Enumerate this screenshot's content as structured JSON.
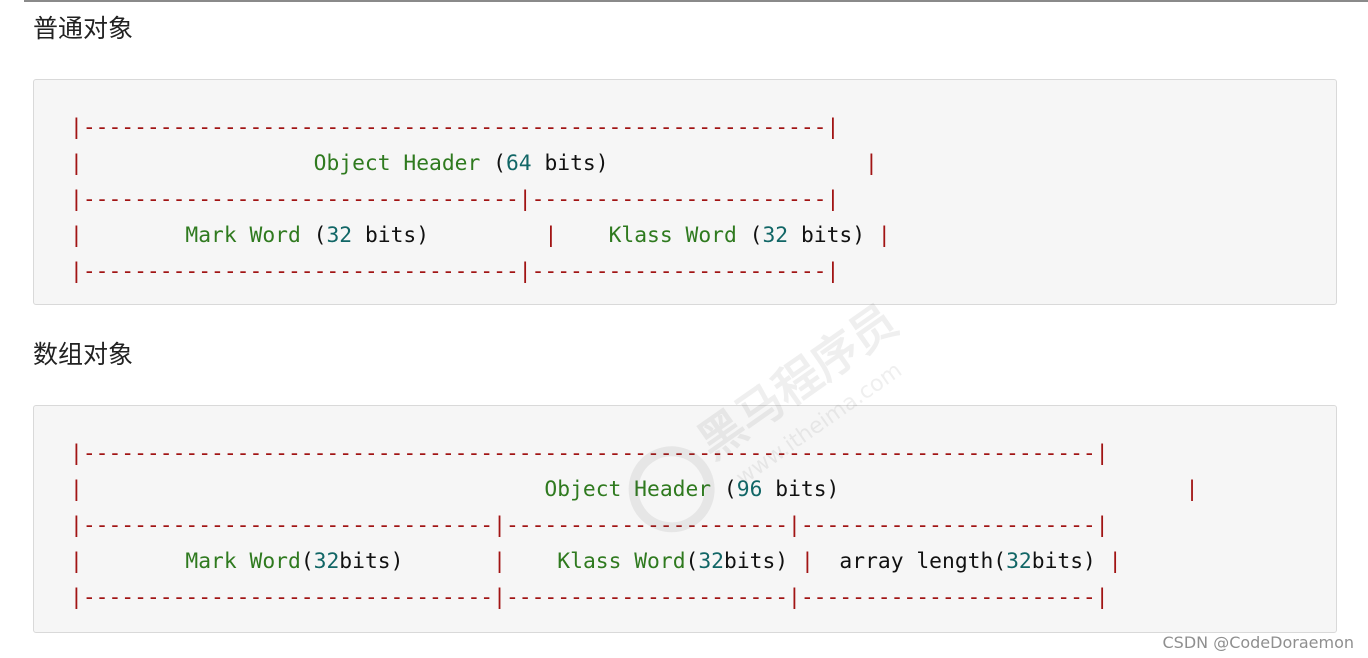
{
  "sections": [
    {
      "heading": "普通对象",
      "lines": [
        [
          {
            "t": "|----------------------------------------------------------|",
            "c": "dash"
          }
        ],
        [
          {
            "t": "|",
            "c": "dash"
          },
          {
            "t": "                  ",
            "c": "txt"
          },
          {
            "t": "Object Header",
            "c": "kw"
          },
          {
            "t": " (",
            "c": "txt"
          },
          {
            "t": "64",
            "c": "num"
          },
          {
            "t": " bits)",
            "c": "txt"
          },
          {
            "t": "                    ",
            "c": "txt"
          },
          {
            "t": "|",
            "c": "dash"
          }
        ],
        [
          {
            "t": "|----------------------------------|-----------------------|",
            "c": "dash"
          }
        ],
        [
          {
            "t": "|",
            "c": "dash"
          },
          {
            "t": "        ",
            "c": "txt"
          },
          {
            "t": "Mark Word",
            "c": "kw"
          },
          {
            "t": " (",
            "c": "txt"
          },
          {
            "t": "32",
            "c": "num"
          },
          {
            "t": " bits)",
            "c": "txt"
          },
          {
            "t": "         ",
            "c": "txt"
          },
          {
            "t": "|",
            "c": "dash"
          },
          {
            "t": "    ",
            "c": "txt"
          },
          {
            "t": "Klass Word",
            "c": "kw"
          },
          {
            "t": " (",
            "c": "txt"
          },
          {
            "t": "32",
            "c": "num"
          },
          {
            "t": " bits) ",
            "c": "txt"
          },
          {
            "t": "|",
            "c": "dash"
          }
        ],
        [
          {
            "t": "|----------------------------------|-----------------------|",
            "c": "dash"
          }
        ]
      ]
    },
    {
      "heading": "数组对象",
      "lines": [
        [
          {
            "t": "|-------------------------------------------------------------------------------|",
            "c": "dash"
          }
        ],
        [
          {
            "t": "|",
            "c": "dash"
          },
          {
            "t": "                                    ",
            "c": "txt"
          },
          {
            "t": "Object Header",
            "c": "kw"
          },
          {
            "t": " (",
            "c": "txt"
          },
          {
            "t": "96",
            "c": "num"
          },
          {
            "t": " bits)",
            "c": "txt"
          },
          {
            "t": "                           ",
            "c": "txt"
          },
          {
            "t": "|",
            "c": "dash"
          }
        ],
        [
          {
            "t": "|--------------------------------|----------------------|-----------------------|",
            "c": "dash"
          }
        ],
        [
          {
            "t": "|",
            "c": "dash"
          },
          {
            "t": "        ",
            "c": "txt"
          },
          {
            "t": "Mark Word",
            "c": "kw"
          },
          {
            "t": "(",
            "c": "txt"
          },
          {
            "t": "32",
            "c": "num"
          },
          {
            "t": "bits)",
            "c": "txt"
          },
          {
            "t": "       ",
            "c": "txt"
          },
          {
            "t": "|",
            "c": "dash"
          },
          {
            "t": "    ",
            "c": "txt"
          },
          {
            "t": "Klass Word",
            "c": "kw"
          },
          {
            "t": "(",
            "c": "txt"
          },
          {
            "t": "32",
            "c": "num"
          },
          {
            "t": "bits) ",
            "c": "txt"
          },
          {
            "t": "|",
            "c": "dash"
          },
          {
            "t": "  ",
            "c": "txt"
          },
          {
            "t": "array length(",
            "c": "txt"
          },
          {
            "t": "32",
            "c": "num"
          },
          {
            "t": "bits) ",
            "c": "txt"
          },
          {
            "t": "|",
            "c": "dash"
          }
        ],
        [
          {
            "t": "|--------------------------------|----------------------|-----------------------|",
            "c": "dash"
          }
        ]
      ]
    }
  ],
  "watermark": {
    "brand": "黑马程序员",
    "url": "www.itheima.com"
  },
  "credit": "CSDN @CodeDoraemon"
}
